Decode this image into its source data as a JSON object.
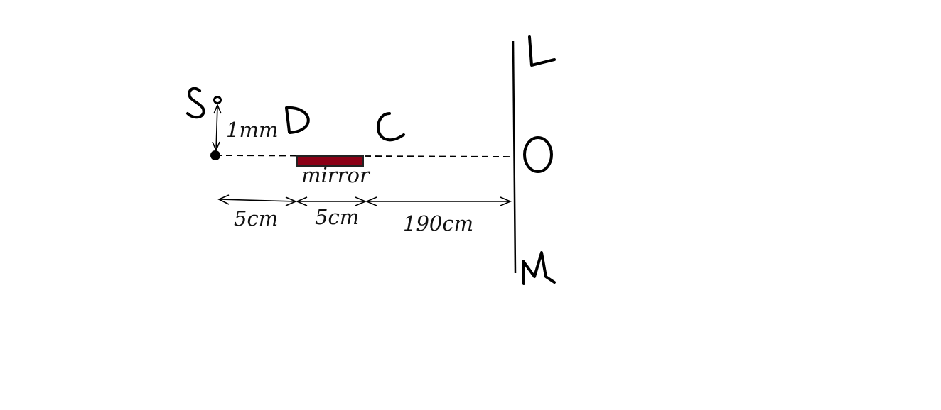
{
  "labels": {
    "source": "S",
    "point_d": "D",
    "point_c": "C",
    "point_l": "L",
    "point_o": "O",
    "point_m": "M",
    "height": "1mm",
    "mirror": "mirror",
    "dist_source_to_mirror": "5cm",
    "dist_mirror_length": "5cm",
    "dist_mirror_to_screen": "190cm"
  },
  "colors": {
    "mirror": "#8b0016",
    "ink": "#000000"
  }
}
